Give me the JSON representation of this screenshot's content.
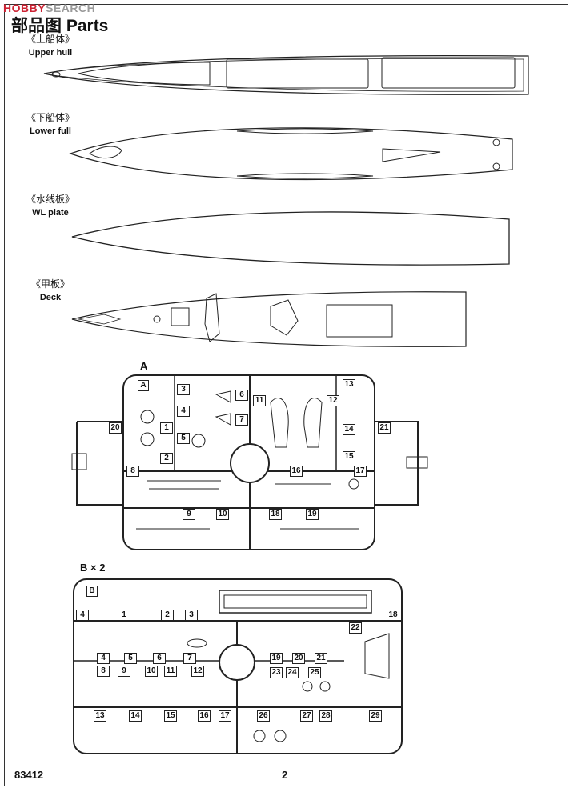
{
  "watermark": {
    "hobby": "HOBBY",
    "search": "SEARCH"
  },
  "page_title": "部品图 Parts",
  "parts": [
    {
      "cn": "《上船体》",
      "en": "Upper hull"
    },
    {
      "cn": "《下船体》",
      "en": "Lower full"
    },
    {
      "cn": "《水线板》",
      "en": "WL plate"
    },
    {
      "cn": "《甲板》",
      "en": "Deck"
    }
  ],
  "sprue_a": {
    "label": "A",
    "tag": "A",
    "numbers": [
      "1",
      "2",
      "3",
      "4",
      "5",
      "6",
      "7",
      "8",
      "9",
      "10",
      "11",
      "12",
      "13",
      "14",
      "15",
      "16",
      "17",
      "18",
      "19",
      "20",
      "21"
    ]
  },
  "sprue_b": {
    "label": "B × 2",
    "tag": "B",
    "numbers": [
      "1",
      "2",
      "3",
      "4",
      "4",
      "5",
      "6",
      "7",
      "8",
      "9",
      "10",
      "11",
      "12",
      "13",
      "14",
      "15",
      "16",
      "17",
      "18",
      "19",
      "20",
      "21",
      "22",
      "23",
      "24",
      "25",
      "26",
      "27",
      "28",
      "29"
    ]
  },
  "footer": {
    "code": "83412",
    "page": "2"
  }
}
